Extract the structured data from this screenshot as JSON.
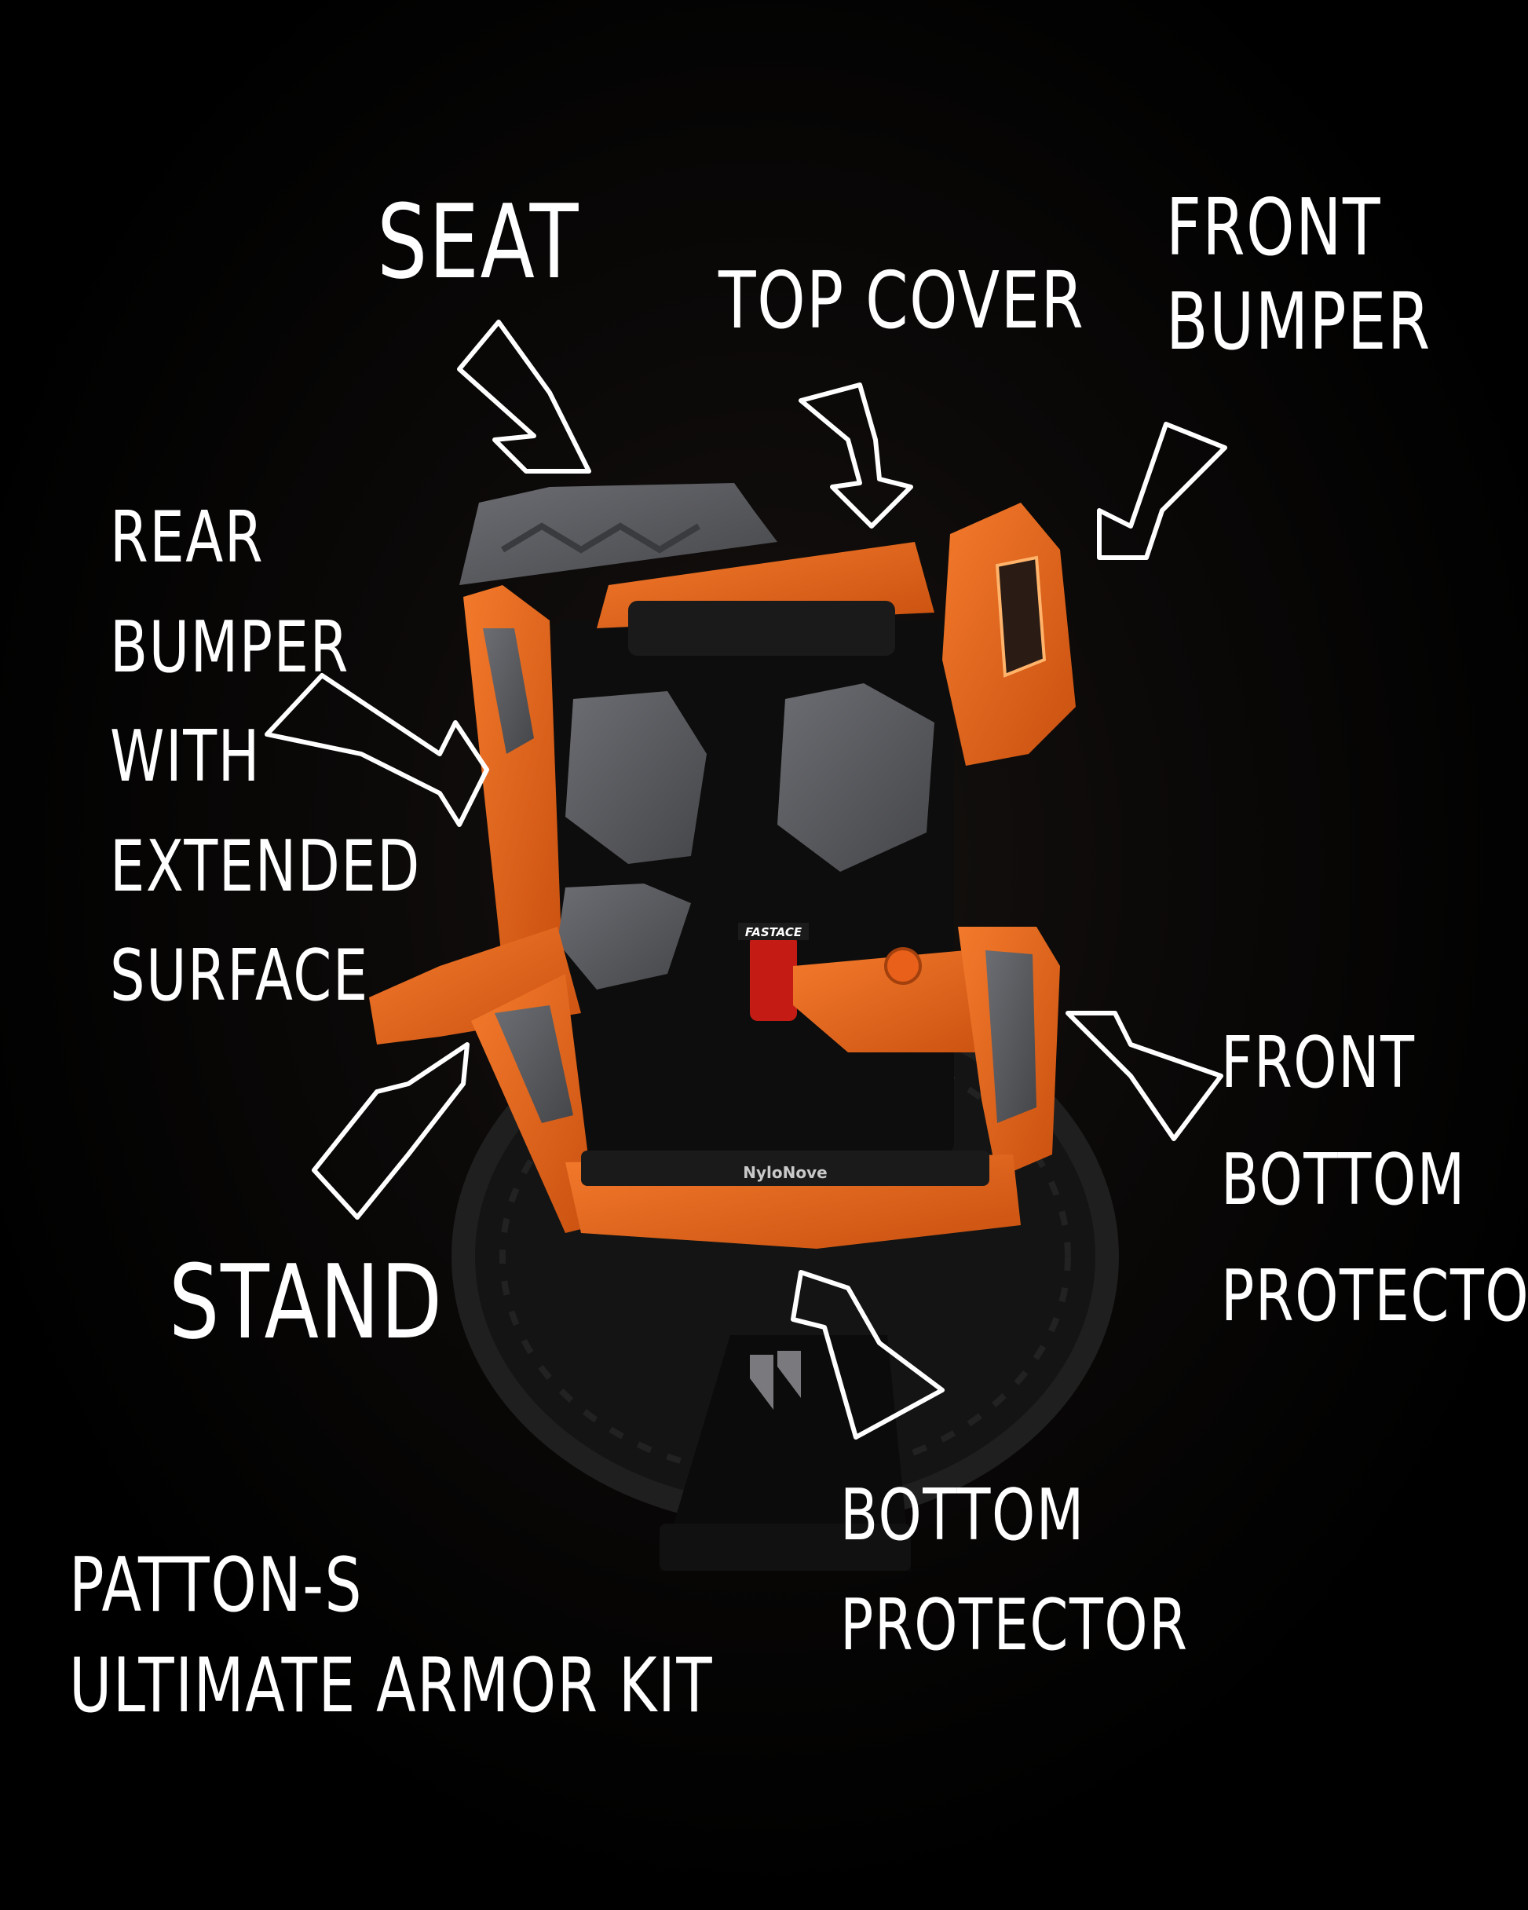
{
  "labels": {
    "seat": "Seat",
    "top_cover": "top cover",
    "front_bumper": [
      "Front",
      "Bumper"
    ],
    "rear_bumper": [
      "rear",
      "bumper",
      "With",
      "Extended",
      "Surface"
    ],
    "front_bottom_protector": [
      "Front",
      "Bottom",
      "Protector"
    ],
    "stand": "STAND",
    "bottom_protector": [
      "Bottom",
      "Protector"
    ],
    "title": [
      "PATTON-S",
      "ULTIMATE ARMOR KIT"
    ],
    "brand_text": "NyloNove",
    "plug_text": "FASTACE"
  },
  "colors": {
    "background": "#000000",
    "armor_orange": "#e8601a",
    "armor_dark_orange": "#b8440e",
    "grey_parts": "#5b5c60",
    "text": "#ffffff"
  }
}
